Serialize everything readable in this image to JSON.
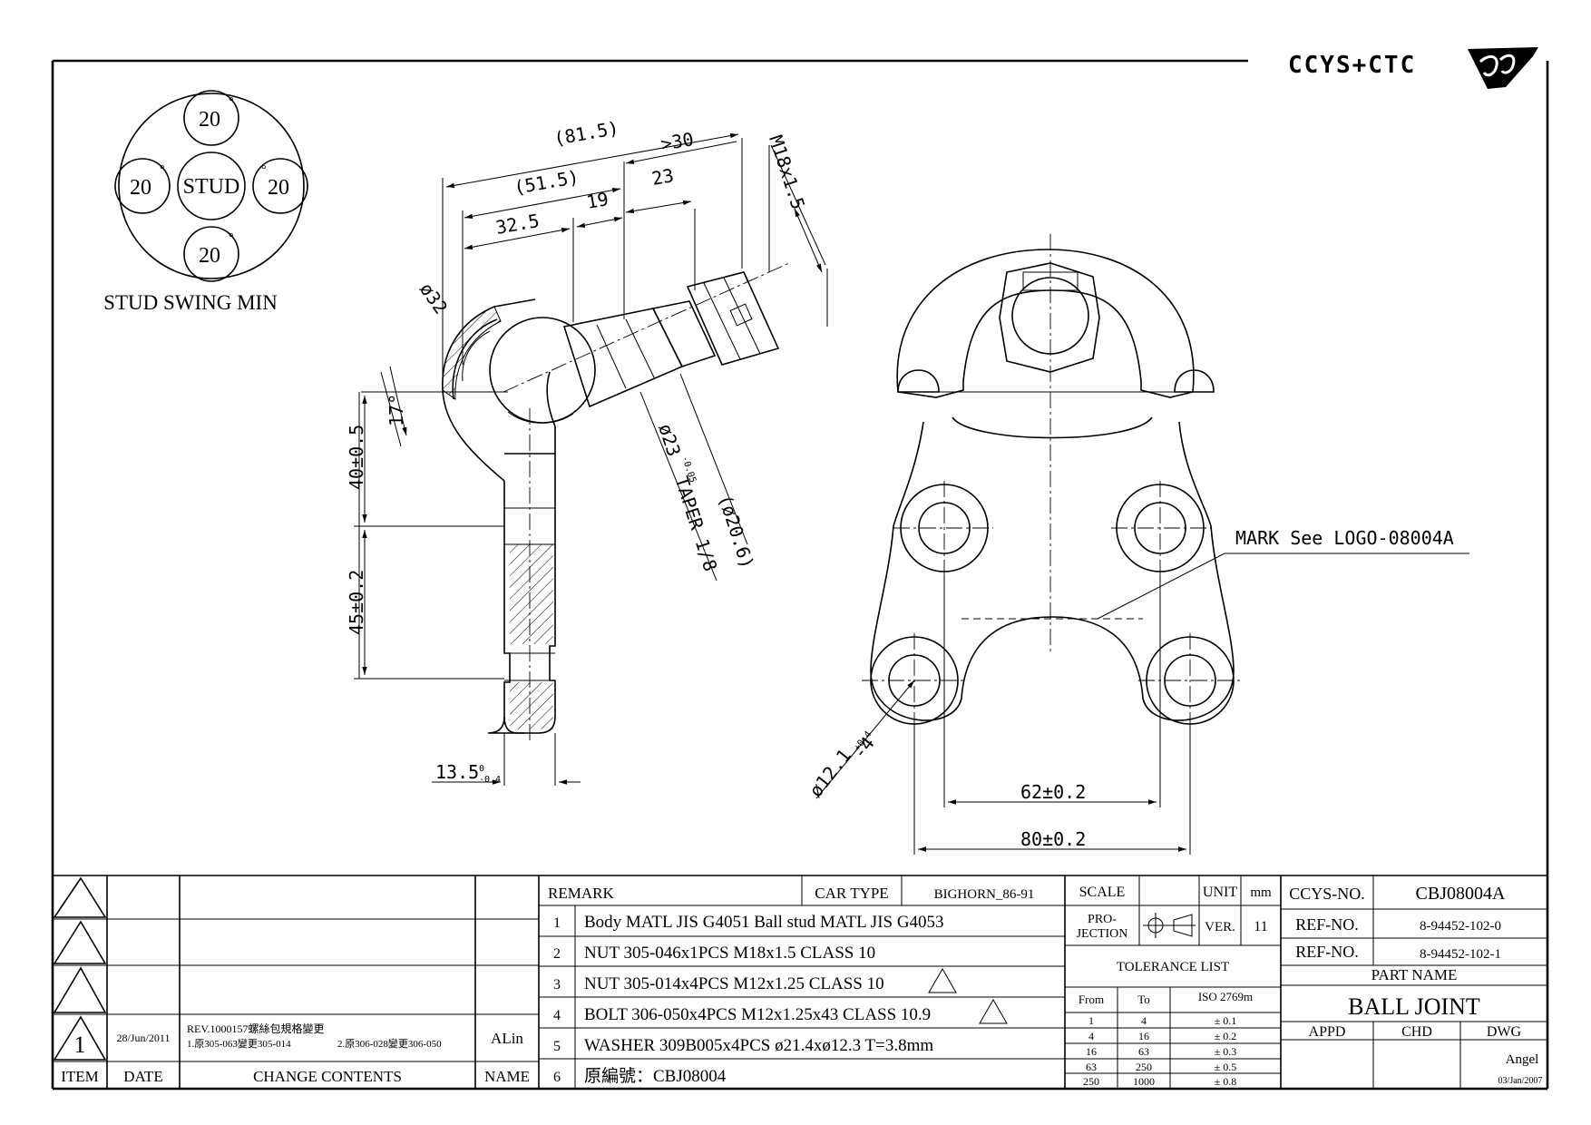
{
  "logo": {
    "text": "CCYS+CTC"
  },
  "swing": {
    "center_label": "STUD",
    "angle_top": "20",
    "angle_left": "20",
    "angle_right": "20",
    "angle_bottom": "20",
    "degree_mark": "°",
    "caption": "STUD SWING MIN"
  },
  "side_view_dims": {
    "d1": "(81.5)",
    "d2": "(51.5)",
    "d3": ">30",
    "d4": "32.5",
    "d5": "19",
    "d6": "23",
    "thread": "M18x1.5",
    "ball_dia": "ø32",
    "angle": "17°",
    "h1": "40±0.5",
    "h2": "45±0.2",
    "thickness": "13.5",
    "thickness_tol_upper": "0",
    "thickness_tol_lower": "-0.4",
    "taper_dia": "ø23",
    "taper_dia_tol": "-0.05",
    "taper_label": "TAPER 1/8",
    "taper_small_dia": "(ø20.6)"
  },
  "front_view_dims": {
    "mark_note": "MARK See LOGO-08004A",
    "hole_dia": "ø12.1",
    "hole_tol": "+0.4",
    "hole_count": "-4",
    "pitch_inner": "62±0.2",
    "pitch_outer": "80±0.2"
  },
  "revisions": {
    "rows": [
      {
        "item": "",
        "date": "",
        "contents": "",
        "name": ""
      },
      {
        "item": "",
        "date": "",
        "contents": "",
        "name": ""
      },
      {
        "item": "",
        "date": "",
        "contents": "",
        "name": ""
      },
      {
        "item": "1",
        "date": "28/Jun/2011",
        "contents_line1": "REV.1000157螺絲包規格變更",
        "contents_line2a": "1.原305-063變更305-014",
        "contents_line2b": "2.原306-028變更306-050",
        "name": "ALin"
      }
    ],
    "headers": {
      "item": "ITEM",
      "date": "DATE",
      "contents": "CHANGE CONTENTS",
      "name": "NAME"
    }
  },
  "remarks": {
    "header": "REMARK",
    "car_type_label": "CAR TYPE",
    "car_type_value": "BIGHORN_86-91",
    "items": [
      {
        "no": "1",
        "text": "Body MATL JIS G4051 Ball stud MATL JIS G4053"
      },
      {
        "no": "2",
        "text": "NUT 305-046x1PCS M18x1.5 CLASS 10"
      },
      {
        "no": "3",
        "text": "NUT 305-014x4PCS M12x1.25 CLASS 10"
      },
      {
        "no": "4",
        "text": "BOLT 306-050x4PCS M12x1.25x43 CLASS 10.9"
      },
      {
        "no": "5",
        "text": "WASHER 309B005x4PCS ø21.4xø12.3 T=3.8mm"
      },
      {
        "no": "6",
        "text": "原編號：CBJ08004"
      }
    ]
  },
  "scale_block": {
    "scale_label": "SCALE",
    "scale_value": "",
    "unit_label": "UNIT",
    "unit_value": "mm",
    "projection_label_1": "PRO-",
    "projection_label_2": "JECTION",
    "ver_label": "VER.",
    "ver_value": "11"
  },
  "tolerance": {
    "title": "TOLERANCE LIST",
    "headers": {
      "from": "From",
      "to": "To",
      "iso": "ISO 2769m"
    },
    "rows": [
      {
        "from": "1",
        "to": "4",
        "tol": "± 0.1"
      },
      {
        "from": "4",
        "to": "16",
        "tol": "± 0.2"
      },
      {
        "from": "16",
        "to": "63",
        "tol": "± 0.3"
      },
      {
        "from": "63",
        "to": "250",
        "tol": "± 0.5"
      },
      {
        "from": "250",
        "to": "1000",
        "tol": "± 0.8"
      }
    ]
  },
  "title_block": {
    "ccys_label": "CCYS-NO.",
    "ccys_value": "CBJ08004A",
    "ref1_label": "REF-NO.",
    "ref1_value": "8-94452-102-0",
    "ref2_label": "REF-NO.",
    "ref2_value": "8-94452-102-1",
    "part_name_label": "PART NAME",
    "part_name_value": "BALL JOINT",
    "appd_label": "APPD",
    "chd_label": "CHD",
    "dwg_label": "DWG",
    "appd_value": "",
    "chd_value": "",
    "dwg_value": "Angel",
    "date_value": "03/Jan/2007"
  }
}
